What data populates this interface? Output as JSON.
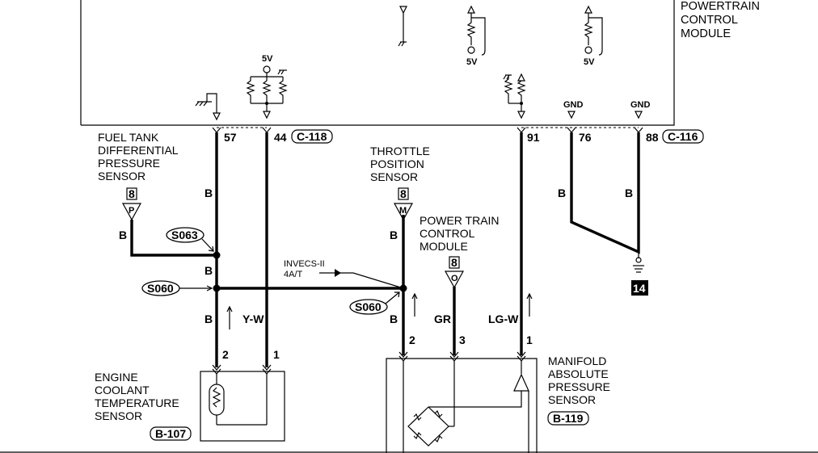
{
  "pcm_box": {
    "title_line1": "POWERTRAIN",
    "title_line2": "CONTROL",
    "title_line3": "MODULE"
  },
  "supply_labels": {
    "v5_a": "5V",
    "v5_b": "5V",
    "v5_c": "5V",
    "gnd_a": "GND",
    "gnd_b": "GND"
  },
  "connectors": {
    "c118": "C-118",
    "c116": "C-116",
    "b107": "B-107",
    "b119": "B-119"
  },
  "pins": {
    "p57": "57",
    "p44": "44",
    "p91": "91",
    "p76": "76",
    "p88": "88",
    "pin2_left": "2",
    "pin1_left": "1",
    "pin2_mid": "2",
    "pin3_mid": "3",
    "pin1_mid": "1"
  },
  "wires": {
    "b1": "B",
    "b2": "B",
    "b3": "B",
    "b4": "B",
    "b5": "B",
    "b6": "B",
    "b7": "B",
    "b8": "B",
    "yw": "Y-W",
    "gr": "GR",
    "lgw": "LG-W"
  },
  "splices": {
    "s063": "S063",
    "s060_left": "S060",
    "s060_right": "S060"
  },
  "components": {
    "fuel_tank_1": "FUEL TANK",
    "fuel_tank_2": "DIFFERENTIAL",
    "fuel_tank_3": "PRESSURE",
    "fuel_tank_4": "SENSOR",
    "throttle_1": "THROTTLE",
    "throttle_2": "POSITION",
    "throttle_3": "SENSOR",
    "ptcm_1": "POWER TRAIN",
    "ptcm_2": "CONTROL",
    "ptcm_3": "MODULE",
    "ect_1": "ENGINE",
    "ect_2": "COOLANT",
    "ect_3": "TEMPERATURE",
    "ect_4": "SENSOR",
    "map_1": "MANIFOLD",
    "map_2": "ABSOLUTE",
    "map_3": "PRESSURE",
    "map_4": "SENSOR"
  },
  "joint_refs": {
    "j_fuel": "8",
    "j_throttle": "8",
    "j_ptcm": "8",
    "j_fuel_letter": "P",
    "j_throttle_letter": "M",
    "j_ptcm_letter": "O"
  },
  "invecs": {
    "line1": "INVECS-II",
    "line2": "4A/T"
  },
  "ground_ref": "14"
}
